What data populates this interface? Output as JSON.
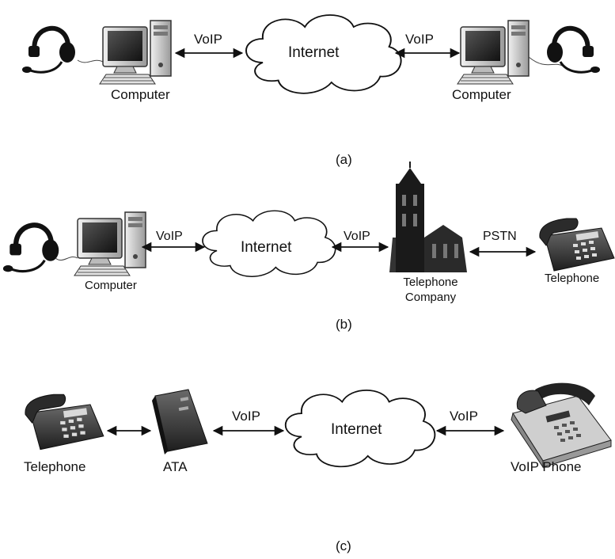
{
  "panels": {
    "a": {
      "caption": "(a)",
      "left_device": "Computer",
      "right_device": "Computer",
      "cloud": "Internet",
      "link_left": "VoIP",
      "link_right": "VoIP"
    },
    "b": {
      "caption": "(b)",
      "left_device": "Computer",
      "cloud": "Internet",
      "link_left": "VoIP",
      "link_mid": "VoIP",
      "company_line1": "Telephone",
      "company_line2": "Company",
      "link_right": "PSTN",
      "right_device": "Telephone"
    },
    "c": {
      "caption": "(c)",
      "left_device": "Telephone",
      "adapter": "ATA",
      "link_left": "VoIP",
      "cloud": "Internet",
      "link_right": "VoIP",
      "right_device": "VoIP Phone"
    }
  },
  "colors": {
    "cloud_fill": "#ffffff",
    "stroke": "#111111",
    "device_dark": "#2a2a2a",
    "device_mid": "#8a8a8a",
    "device_light": "#d9d9d9"
  }
}
